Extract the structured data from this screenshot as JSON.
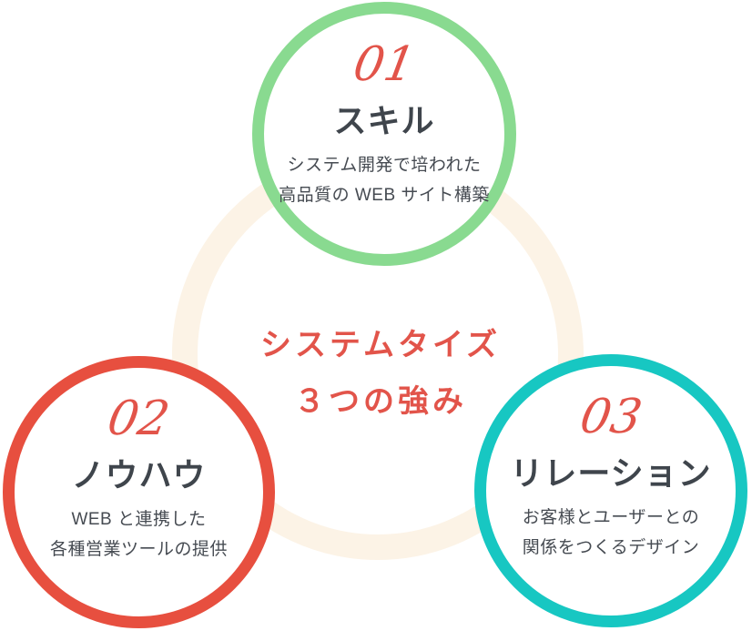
{
  "diagram": {
    "center_title": {
      "line1": "システムタイズ",
      "line2": "３つの強み",
      "color": "#E2544A"
    },
    "ring_color": "#FCF3E6",
    "number_color": "#E2544A",
    "heading_color": "#3F454C",
    "body_color": "#464B52",
    "circles": [
      {
        "number": "01",
        "title": "スキル",
        "desc": [
          "システム開発で培われた",
          "高品質の WEB サイト構築"
        ],
        "accent": "#89DA90"
      },
      {
        "number": "02",
        "title": "ノウハウ",
        "desc": [
          "WEB と連携した",
          "各種営業ツールの提供"
        ],
        "accent": "#E74F3F"
      },
      {
        "number": "03",
        "title": "リレーション",
        "desc": [
          "お客様とユーザーとの",
          "関係をつくるデザイン"
        ],
        "accent": "#17C7C2"
      }
    ]
  }
}
